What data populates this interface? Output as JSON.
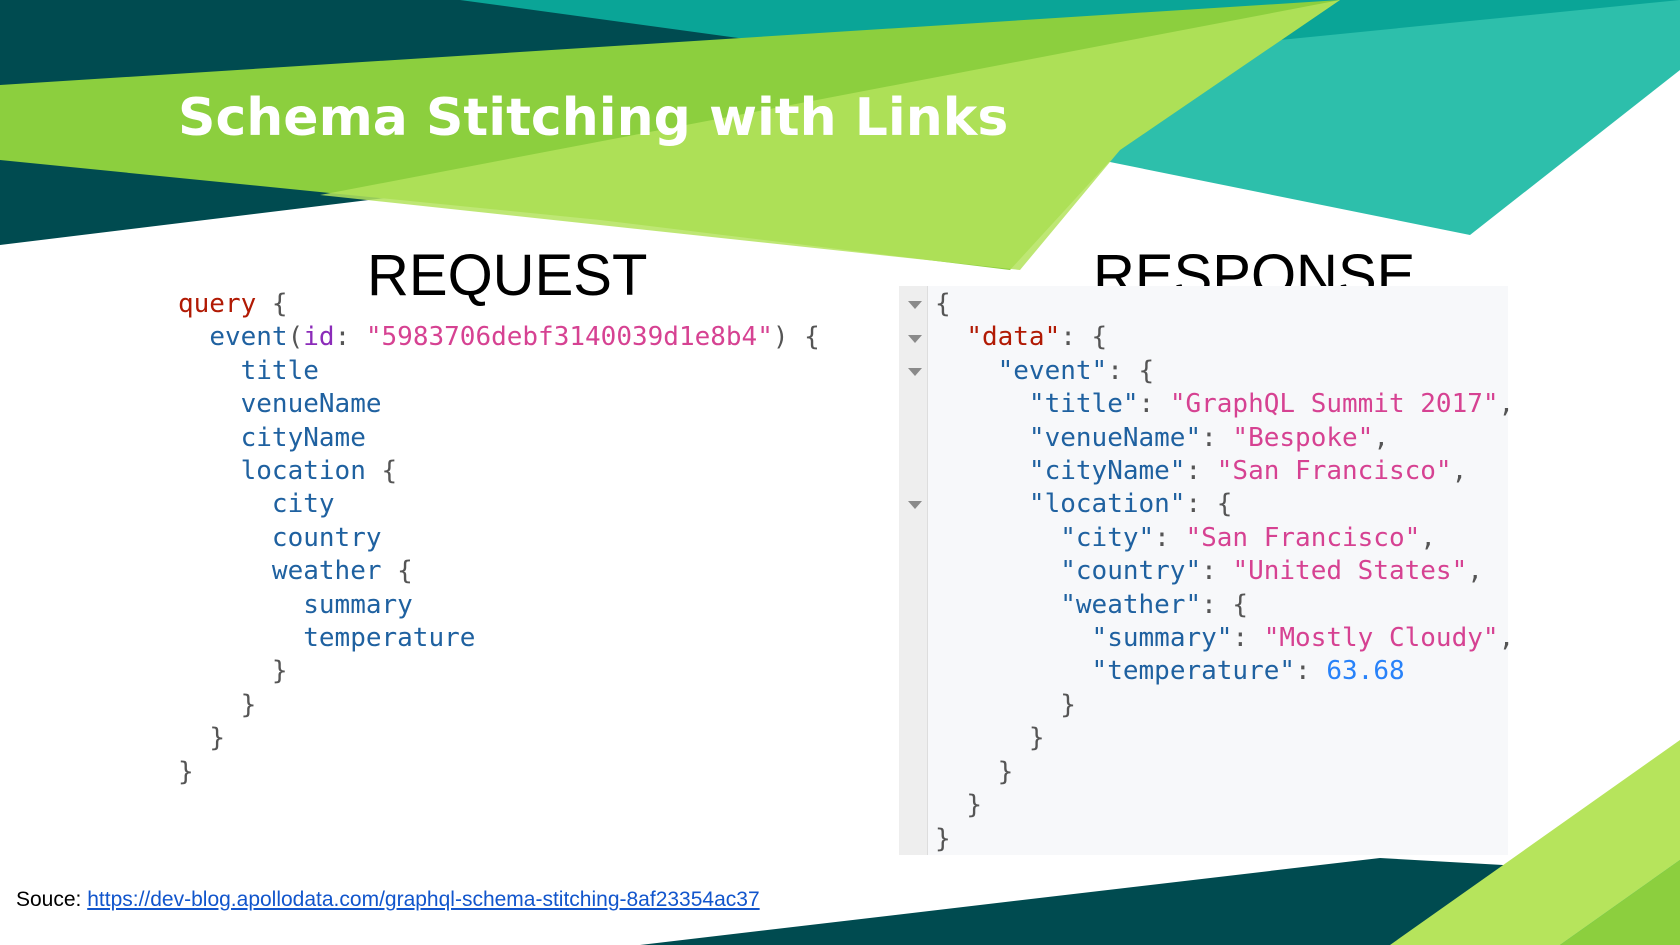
{
  "slide": {
    "title": "Schema Stitching with Links",
    "request_heading": "REQUEST",
    "response_heading": "RESPONSE"
  },
  "request": {
    "lines": [
      {
        "indent": "",
        "tokens": [
          {
            "t": "kw",
            "v": "query"
          },
          {
            "t": "pun",
            "v": " {"
          }
        ]
      },
      {
        "indent": "  ",
        "tokens": [
          {
            "t": "field",
            "v": "event"
          },
          {
            "t": "pun",
            "v": "("
          },
          {
            "t": "arg",
            "v": "id"
          },
          {
            "t": "pun",
            "v": ": "
          },
          {
            "t": "str",
            "v": "\"5983706debf3140039d1e8b4\""
          },
          {
            "t": "pun",
            "v": ") {"
          }
        ]
      },
      {
        "indent": "    ",
        "tokens": [
          {
            "t": "field",
            "v": "title"
          }
        ]
      },
      {
        "indent": "    ",
        "tokens": [
          {
            "t": "field",
            "v": "venueName"
          }
        ]
      },
      {
        "indent": "    ",
        "tokens": [
          {
            "t": "field",
            "v": "cityName"
          }
        ]
      },
      {
        "indent": "    ",
        "tokens": [
          {
            "t": "field",
            "v": "location"
          },
          {
            "t": "pun",
            "v": " {"
          }
        ]
      },
      {
        "indent": "      ",
        "tokens": [
          {
            "t": "field",
            "v": "city"
          }
        ]
      },
      {
        "indent": "      ",
        "tokens": [
          {
            "t": "field",
            "v": "country"
          }
        ]
      },
      {
        "indent": "      ",
        "tokens": [
          {
            "t": "field",
            "v": "weather"
          },
          {
            "t": "pun",
            "v": " {"
          }
        ]
      },
      {
        "indent": "        ",
        "tokens": [
          {
            "t": "field",
            "v": "summary"
          }
        ]
      },
      {
        "indent": "        ",
        "tokens": [
          {
            "t": "field",
            "v": "temperature"
          }
        ]
      },
      {
        "indent": "      ",
        "tokens": [
          {
            "t": "pun",
            "v": "}"
          }
        ]
      },
      {
        "indent": "    ",
        "tokens": [
          {
            "t": "pun",
            "v": "}"
          }
        ]
      },
      {
        "indent": "  ",
        "tokens": [
          {
            "t": "pun",
            "v": "}"
          }
        ]
      },
      {
        "indent": "",
        "tokens": [
          {
            "t": "pun",
            "v": "}"
          }
        ]
      }
    ]
  },
  "response": {
    "lines": [
      {
        "indent": "",
        "tokens": [
          {
            "t": "pun",
            "v": "{"
          }
        ]
      },
      {
        "indent": "  ",
        "tokens": [
          {
            "t": "kw",
            "v": "\"data\""
          },
          {
            "t": "pun",
            "v": ": {"
          }
        ]
      },
      {
        "indent": "    ",
        "tokens": [
          {
            "t": "key",
            "v": "\"event\""
          },
          {
            "t": "pun",
            "v": ": {"
          }
        ]
      },
      {
        "indent": "      ",
        "tokens": [
          {
            "t": "key",
            "v": "\"title\""
          },
          {
            "t": "pun",
            "v": ": "
          },
          {
            "t": "str",
            "v": "\"GraphQL Summit 2017\""
          },
          {
            "t": "pun",
            "v": ","
          }
        ]
      },
      {
        "indent": "      ",
        "tokens": [
          {
            "t": "key",
            "v": "\"venueName\""
          },
          {
            "t": "pun",
            "v": ": "
          },
          {
            "t": "str",
            "v": "\"Bespoke\""
          },
          {
            "t": "pun",
            "v": ","
          }
        ]
      },
      {
        "indent": "      ",
        "tokens": [
          {
            "t": "key",
            "v": "\"cityName\""
          },
          {
            "t": "pun",
            "v": ": "
          },
          {
            "t": "str",
            "v": "\"San Francisco\""
          },
          {
            "t": "pun",
            "v": ","
          }
        ]
      },
      {
        "indent": "      ",
        "tokens": [
          {
            "t": "key",
            "v": "\"location\""
          },
          {
            "t": "pun",
            "v": ": {"
          }
        ]
      },
      {
        "indent": "        ",
        "tokens": [
          {
            "t": "key",
            "v": "\"city\""
          },
          {
            "t": "pun",
            "v": ": "
          },
          {
            "t": "str",
            "v": "\"San Francisco\""
          },
          {
            "t": "pun",
            "v": ","
          }
        ]
      },
      {
        "indent": "        ",
        "tokens": [
          {
            "t": "key",
            "v": "\"country\""
          },
          {
            "t": "pun",
            "v": ": "
          },
          {
            "t": "str",
            "v": "\"United States\""
          },
          {
            "t": "pun",
            "v": ","
          }
        ]
      },
      {
        "indent": "        ",
        "tokens": [
          {
            "t": "key",
            "v": "\"weather\""
          },
          {
            "t": "pun",
            "v": ": {"
          }
        ]
      },
      {
        "indent": "          ",
        "tokens": [
          {
            "t": "key",
            "v": "\"summary\""
          },
          {
            "t": "pun",
            "v": ": "
          },
          {
            "t": "str",
            "v": "\"Mostly Cloudy\""
          },
          {
            "t": "pun",
            "v": ","
          }
        ]
      },
      {
        "indent": "          ",
        "tokens": [
          {
            "t": "key",
            "v": "\"temperature\""
          },
          {
            "t": "pun",
            "v": ": "
          },
          {
            "t": "num",
            "v": "63.68"
          }
        ]
      },
      {
        "indent": "        ",
        "tokens": [
          {
            "t": "pun",
            "v": "}"
          }
        ]
      },
      {
        "indent": "      ",
        "tokens": [
          {
            "t": "pun",
            "v": "}"
          }
        ]
      },
      {
        "indent": "    ",
        "tokens": [
          {
            "t": "pun",
            "v": "}"
          }
        ]
      },
      {
        "indent": "  ",
        "tokens": [
          {
            "t": "pun",
            "v": "}"
          }
        ]
      },
      {
        "indent": "",
        "tokens": [
          {
            "t": "pun",
            "v": "}"
          }
        ]
      }
    ]
  },
  "source": {
    "label": "Souce: ",
    "link_text": "https://dev-blog.apollodata.com/graphql-schema-stitching-8af23354ac37"
  },
  "colors": {
    "dark_teal": "#004b50",
    "teal": "#13a898",
    "mid_teal": "#2bbfaa",
    "green": "#8bcf3c",
    "light_green": "#b6e45c",
    "string": "#d64292",
    "keyword": "#b11a04",
    "field": "#1f61a0",
    "number": "#2882f9"
  }
}
